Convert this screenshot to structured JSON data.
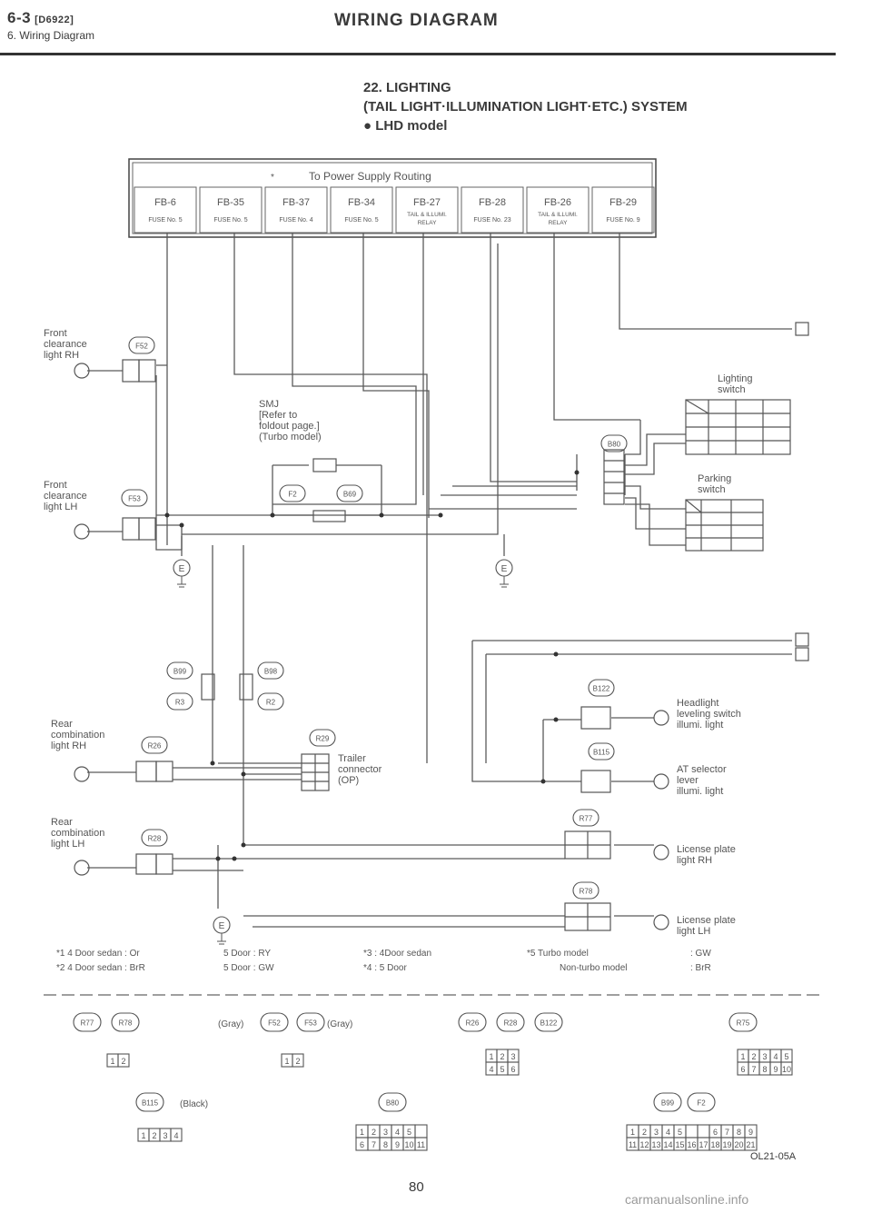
{
  "header": {
    "section": "6-3",
    "ref": "[D6922]",
    "subsection": "6. Wiring Diagram",
    "title": "WIRING DIAGRAM"
  },
  "diagram": {
    "title_line1": "22. LIGHTING",
    "title_line2": "(TAIL LIGHT·ILLUMINATION LIGHT·ETC.) SYSTEM",
    "title_line3": "● LHD model",
    "power_header": "To Power Supply Routing",
    "fuses": [
      {
        "id": "FB-6",
        "sub": "FUSE No. 5"
      },
      {
        "id": "FB-35",
        "sub": "FUSE No. 5"
      },
      {
        "id": "FB-37",
        "sub": "FUSE No. 4"
      },
      {
        "id": "FB-34",
        "sub": "FUSE No. 5"
      },
      {
        "id": "FB-27",
        "sub": "TAIL & ILLUMI. RELAY"
      },
      {
        "id": "FB-28",
        "sub": "FUSE No. 23"
      },
      {
        "id": "FB-26",
        "sub": "TAIL & ILLUMI. RELAY"
      },
      {
        "id": "FB-29",
        "sub": "FUSE No. 9"
      }
    ],
    "labels": {
      "front_rh": "Front\nclearance\nlight RH",
      "front_lh": "Front\nclearance\nlight LH",
      "smj": "SMJ\n[Refer to\nfoldout page.]\n(Turbo model)",
      "lighting_switch": "Lighting\nswitch",
      "parking_switch": "Parking\nswitch",
      "rear_rh": "Rear\ncombination\nlight RH",
      "rear_lh": "Rear\ncombination\nlight LH",
      "trailer": "Trailer\nconnector\n(OP)",
      "headlight_lev": "Headlight\nleveling switch\nillumi. light",
      "at_selector": "AT selector\nlever\nillumi. light",
      "license_rh": "License plate\nlight RH",
      "license_lh": "License plate\nlight LH"
    },
    "connectors": {
      "f52": "F52",
      "f53": "F53",
      "f2": "F2",
      "b80": "B80",
      "b69": "B69",
      "b99": "B99",
      "b98": "B98",
      "r3": "R3",
      "r2": "R2",
      "r29": "R29",
      "r26": "R26",
      "r28": "R28",
      "b122": "B122",
      "b115": "B115",
      "r77": "R77",
      "r78": "R78",
      "r75": "R75"
    },
    "ground": "E",
    "footnotes": {
      "n1": "*1 4 Door sedan : Or",
      "n1b": "5 Door : RY",
      "n2": "*2 4 Door sedan : BrR",
      "n2b": "5 Door : GW",
      "n3": "*3 : 4Door sedan",
      "n4": "*4 : 5 Door",
      "n5": "*5  Turbo model",
      "n5a": ": GW",
      "n5b": "Non-turbo model",
      "n5c": ": BrR"
    },
    "conn_table": {
      "g1": [
        "R77",
        "R78"
      ],
      "g2_pre": "(Gray)",
      "g2": [
        "F52",
        "F53"
      ],
      "g2_post": "(Gray)",
      "g3": [
        "R26",
        "R28",
        "B122"
      ],
      "g4": [
        "R75"
      ],
      "b115": "B115",
      "black": "(Black)",
      "b80": "B80",
      "g5": [
        "B99",
        "F2"
      ]
    },
    "code": "OL21-05A",
    "page": "80"
  },
  "watermark": "carmanualsonline.info"
}
